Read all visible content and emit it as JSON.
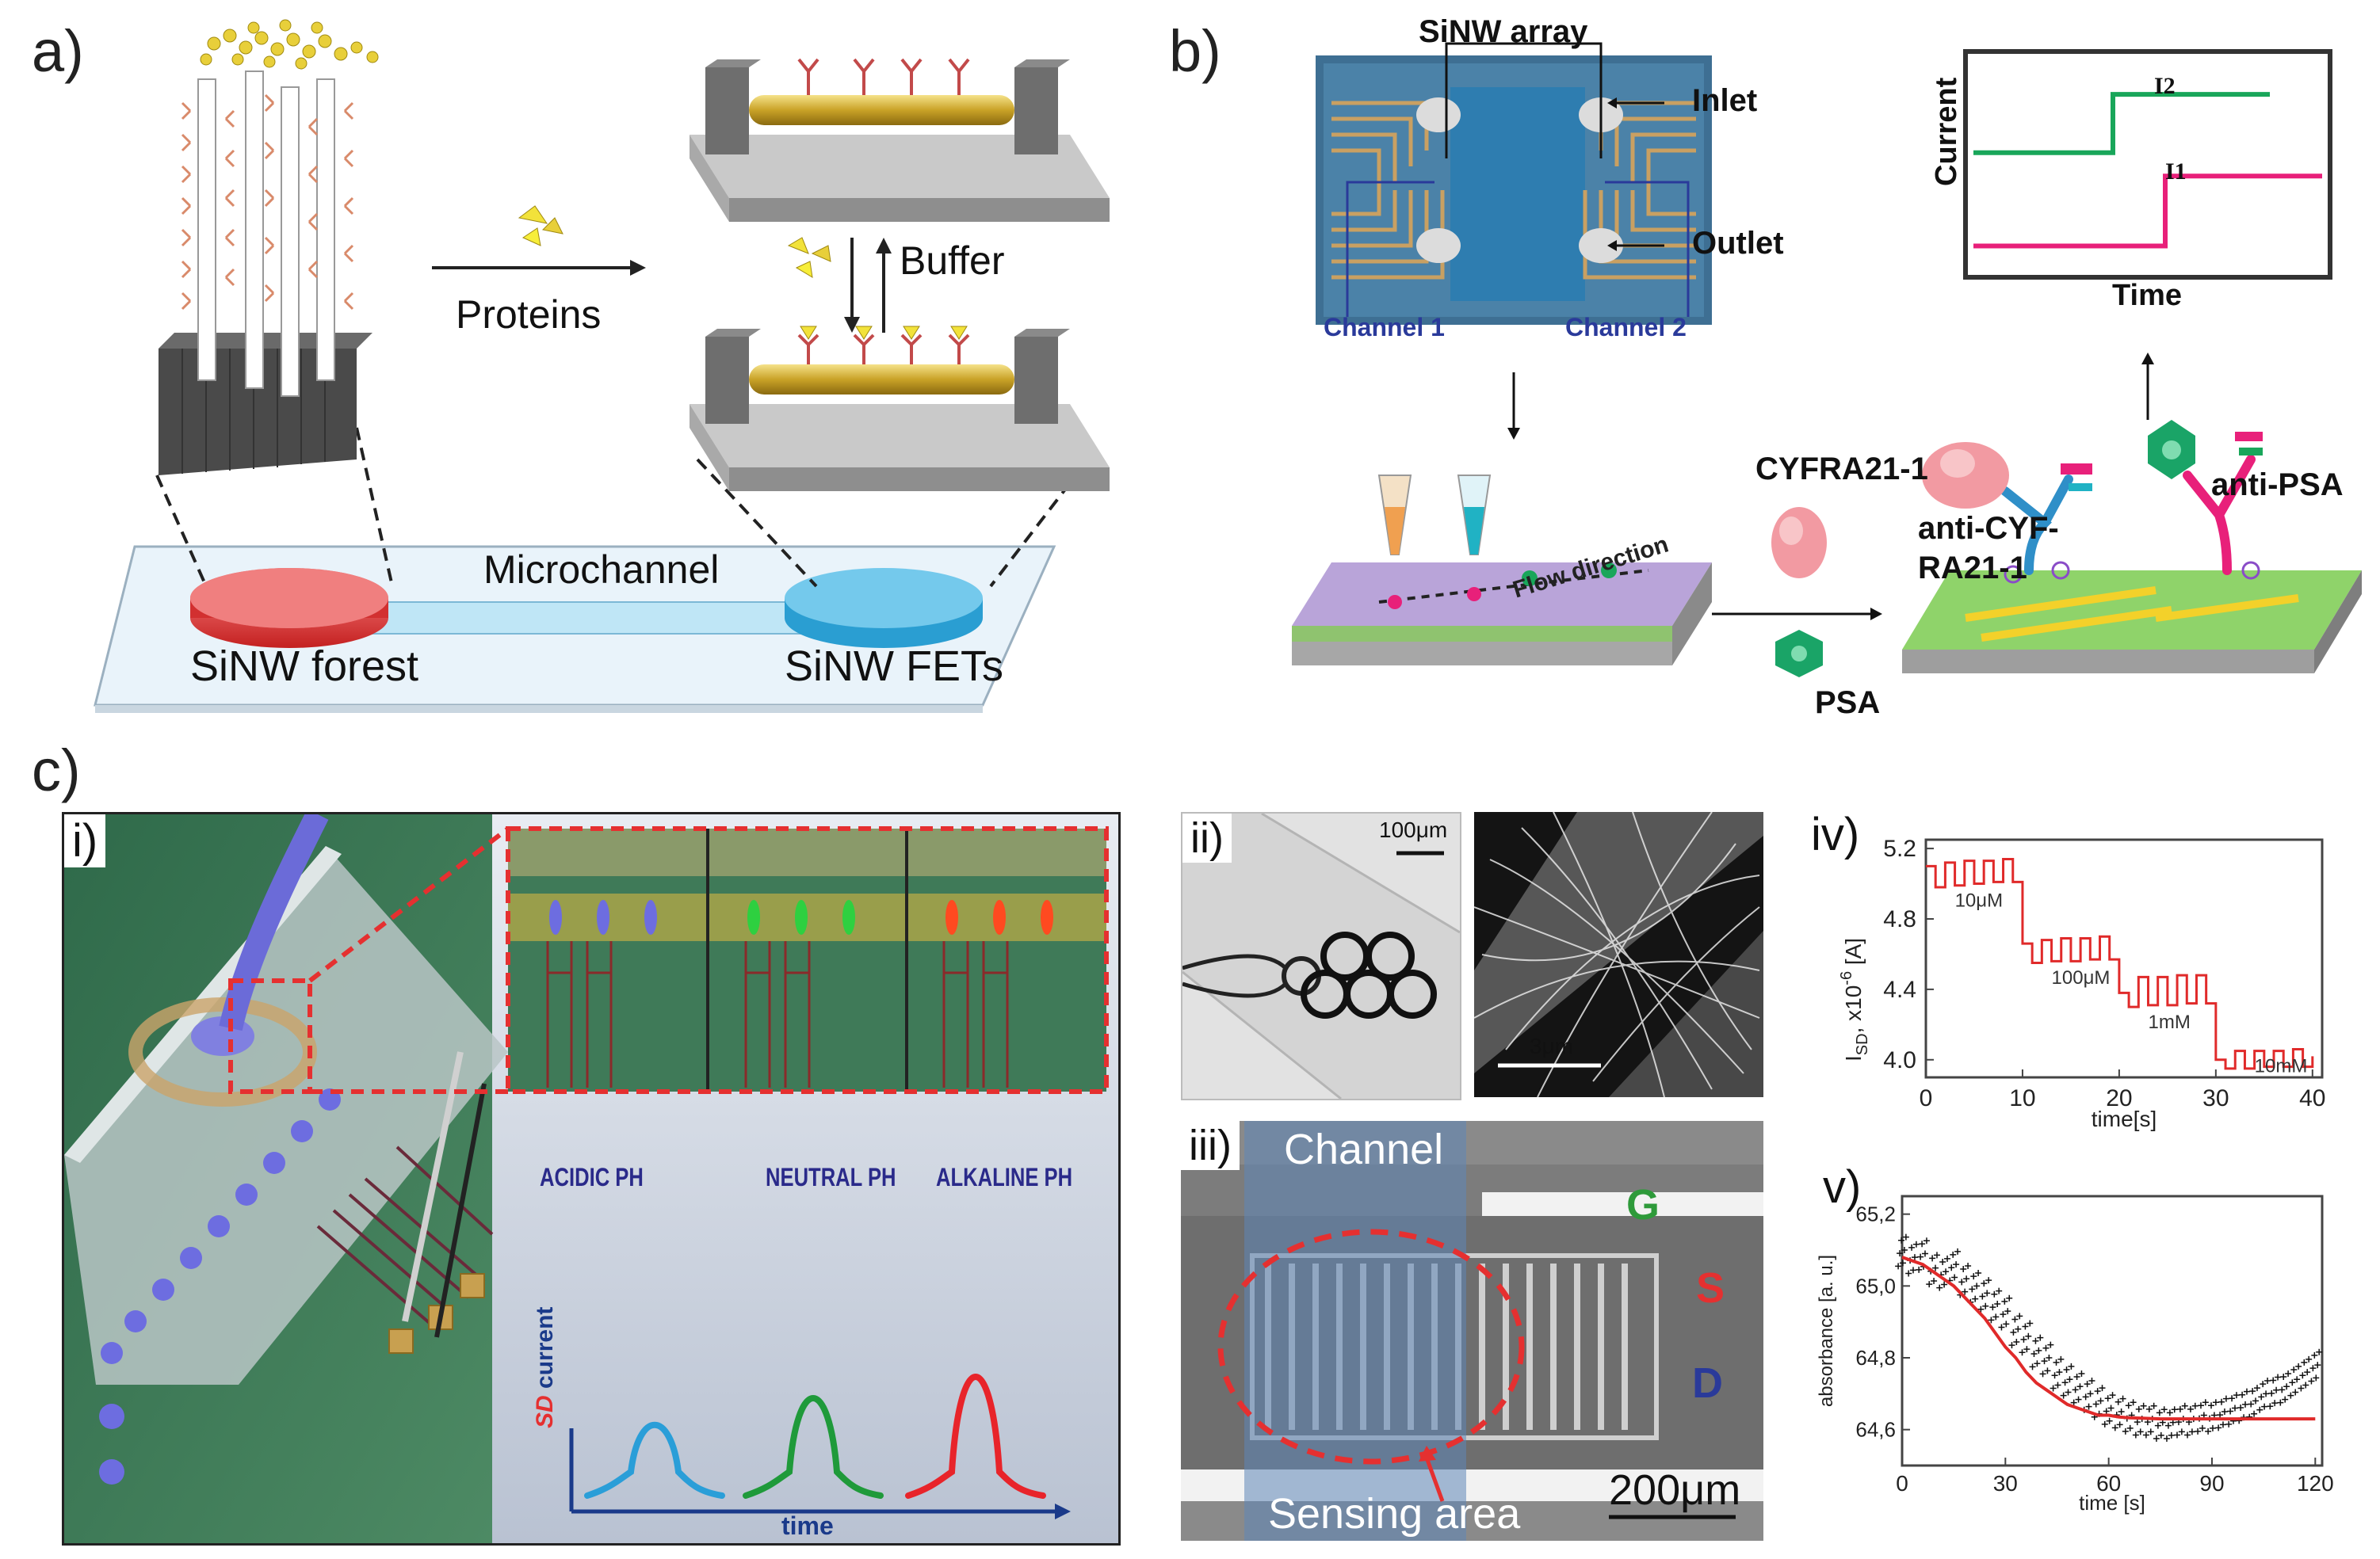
{
  "panels": {
    "a": {
      "letter": "a)",
      "proteins": "Proteins",
      "buffer": "Buffer",
      "microchannel": "Microchannel",
      "forest": "SiNW forest",
      "fets": "SiNW FETs"
    },
    "b": {
      "letter": "b)",
      "array": "SiNW array",
      "inlet": "Inlet",
      "outlet": "Outlet",
      "channel1": "Channel 1",
      "channel2": "Channel 2",
      "flow": "Flow direction",
      "cyfra": "CYFRA21-1",
      "psa": "PSA",
      "anti_cyf_1": "anti-CYF-",
      "anti_cyf_2": "RA21-1",
      "anti_psa": "anti-PSA",
      "ylabel": "Current",
      "xlabel": "Time",
      "i2": "I2",
      "i1": "I1"
    },
    "c": {
      "letter": "c)",
      "i": {
        "label": "i)",
        "acidic": "ACIDIC PH",
        "neutral": "NEUTRAL PH",
        "alkaline": "ALKALINE PH",
        "ylabel_sd": "SD",
        "ylabel_current": " current",
        "xlabel": "time"
      },
      "ii": {
        "label": "ii)",
        "scale1": "100μm",
        "scale2": "3μm"
      },
      "iii": {
        "label": "iii)",
        "channel": "Channel",
        "sensing": "Sensing area",
        "g": "G",
        "s": "S",
        "d": "D",
        "scale": "200μm"
      }
    }
  },
  "chart_data": [
    {
      "type": "line",
      "panel": "iv)",
      "x": [
        0,
        1,
        2,
        3,
        4,
        5,
        6,
        7,
        8,
        9,
        10,
        11,
        12,
        13,
        14,
        15,
        16,
        17,
        18,
        19,
        20,
        21,
        22,
        23,
        24,
        25,
        26,
        27,
        28,
        29,
        30,
        31,
        32,
        33,
        34,
        35,
        36,
        37,
        38,
        39,
        40
      ],
      "y": [
        5.1,
        4.98,
        5.12,
        4.99,
        5.13,
        5.0,
        5.13,
        5.01,
        5.14,
        5.01,
        4.66,
        4.55,
        4.68,
        4.56,
        4.69,
        4.56,
        4.69,
        4.57,
        4.7,
        4.57,
        4.38,
        4.3,
        4.47,
        4.31,
        4.47,
        4.31,
        4.48,
        4.32,
        4.48,
        4.32,
        4.0,
        3.95,
        4.05,
        3.95,
        4.05,
        3.96,
        4.05,
        3.96,
        4.06,
        3.96,
        4.02
      ],
      "xlabel": "time[s]",
      "ylabel": "I_SD, x10^-6 [A]",
      "ylabel_parts": {
        "i": "I",
        "sd": "SD",
        "mult": ", x10",
        "exp": "-6",
        "unit": " [A]"
      },
      "xlim": [
        0,
        41
      ],
      "ylim": [
        3.9,
        5.25
      ],
      "xticks": [
        "0",
        "10",
        "20",
        "30",
        "40"
      ],
      "yticks": [
        "4.0",
        "4.4",
        "4.8",
        "5.2"
      ],
      "annotations": [
        {
          "text": "10μM",
          "x": 3,
          "y": 4.87
        },
        {
          "text": "100μM",
          "x": 13,
          "y": 4.43
        },
        {
          "text": "1mM",
          "x": 23,
          "y": 4.18
        },
        {
          "text": "10mM",
          "x": 34,
          "y": 3.93
        }
      ]
    },
    {
      "type": "scatter",
      "panel": "v)",
      "x": [
        0,
        3,
        6,
        9,
        12,
        15,
        18,
        21,
        24,
        27,
        30,
        33,
        36,
        39,
        42,
        45,
        48,
        51,
        54,
        57,
        60,
        63,
        66,
        69,
        72,
        75,
        78,
        81,
        84,
        87,
        90,
        93,
        96,
        99,
        102,
        105,
        108,
        111,
        114,
        117,
        120
      ],
      "y": [
        65.1,
        65.08,
        65.09,
        65.05,
        65.04,
        65.06,
        65.02,
        65.0,
        64.98,
        64.95,
        64.93,
        64.88,
        64.86,
        64.82,
        64.8,
        64.76,
        64.74,
        64.72,
        64.7,
        64.68,
        64.66,
        64.65,
        64.64,
        64.63,
        64.63,
        64.62,
        64.62,
        64.63,
        64.63,
        64.64,
        64.64,
        64.65,
        64.66,
        64.67,
        64.68,
        64.7,
        64.71,
        64.72,
        64.74,
        64.76,
        64.78
      ],
      "fit": [
        65.08,
        65.07,
        65.06,
        65.04,
        65.02,
        65.0,
        64.97,
        64.94,
        64.91,
        64.87,
        64.83,
        64.8,
        64.76,
        64.73,
        64.71,
        64.69,
        64.67,
        64.66,
        64.65,
        64.64,
        64.64,
        64.635,
        64.633,
        64.632,
        64.631,
        64.63,
        64.63,
        64.63,
        64.63,
        64.63,
        64.63,
        64.63,
        64.63,
        64.63,
        64.63,
        64.63,
        64.63,
        64.63,
        64.63,
        64.63,
        64.63
      ],
      "xlabel": "time [s]",
      "ylabel": "absorbance [a. u.]",
      "xlim": [
        0,
        122
      ],
      "ylim": [
        64.5,
        65.25
      ],
      "xticks": [
        "0",
        "30",
        "60",
        "90",
        "120"
      ],
      "yticks": [
        "64,6",
        "64,8",
        "65,0",
        "65,2"
      ]
    },
    {
      "type": "line",
      "panel": "b-inset",
      "series": [
        {
          "name": "I2",
          "x": [
            0,
            4,
            4,
            8.5
          ],
          "y": [
            2,
            2,
            3,
            3
          ],
          "color": "#19a65a"
        },
        {
          "name": "I1",
          "x": [
            0,
            5.5,
            5.5,
            10
          ],
          "y": [
            0.4,
            0.4,
            1.6,
            1.6
          ],
          "color": "#e8207a"
        }
      ],
      "xlabel": "Time",
      "ylabel": "Current"
    },
    {
      "type": "line",
      "panel": "c-i-inset",
      "series": [
        {
          "name": "ACIDIC PH",
          "color": "#2a9ed8",
          "peak": 0.55
        },
        {
          "name": "NEUTRAL PH",
          "color": "#1f9a3a",
          "peak": 0.8
        },
        {
          "name": "ALKALINE PH",
          "color": "#e8242a",
          "peak": 1.0
        }
      ],
      "xlabel": "time",
      "ylabel": "SD current"
    }
  ]
}
